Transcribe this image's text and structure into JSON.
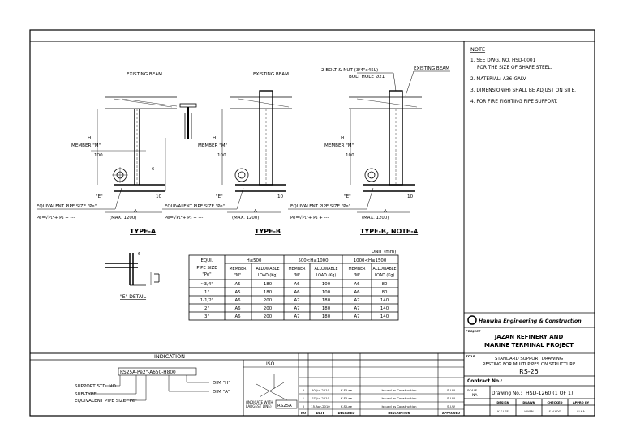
{
  "notes": {
    "heading": "NOTE",
    "items": [
      "1. SEE DWG. NO. HSD-0001",
      "FOR THE SIZE OF SHAPE STEEL.",
      "2. MATERIAL: A36-GALV.",
      "3. DIMENSION(H) SHALL BE ADJUST ON SITE.",
      "4. FOR FIRE FIGHTING PIPE SUPPORT."
    ]
  },
  "details": {
    "existing_beam": "EXISTING BEAM",
    "member_m": "MEMBER \"M\"",
    "equiv_pipe": "EQUIVALENT PIPE SIZE \"Pe\"",
    "max_1200": "(MAX. 1200)",
    "dim_100": "100",
    "dim_10": "10",
    "dim_6": "6",
    "dim_a": "A",
    "dim_h": "H",
    "dim_e": "\"E\"",
    "formula": "Pe=√P₁²+ P₂ + ---",
    "bolt_nut": "2-BOLT & NUT (3/4\"x45L)",
    "bolt_hole": "BOLT HOLE Ø21",
    "type_a": "TYPE-A",
    "type_b": "TYPE-B",
    "type_b_note": "TYPE-B, NOTE-4",
    "e_detail": "\"E\" DETAIL"
  },
  "load_table": {
    "unit": "UNIT (mm)",
    "equi_top": "EQUI.",
    "pipe_size": [
      "PIPE SIZE",
      "\"Pe\""
    ],
    "ranges": [
      "H≤500",
      "500<H≤1000",
      "1000<H≤1500"
    ],
    "member": [
      "MEMBER",
      "\"M\""
    ],
    "load": [
      "ALLOWABLE",
      "LOAD (Kg)"
    ],
    "rows": [
      [
        "~3/4\"",
        "A5",
        "180",
        "A6",
        "100",
        "A6",
        "80"
      ],
      [
        "1\"",
        "A5",
        "180",
        "A6",
        "100",
        "A6",
        "80"
      ],
      [
        "1-1/2\"",
        "A6",
        "200",
        "A7",
        "180",
        "A7",
        "140"
      ],
      [
        "2\"",
        "A6",
        "200",
        "A7",
        "180",
        "A7",
        "140"
      ],
      [
        "3\"",
        "A6",
        "200",
        "A7",
        "180",
        "A7",
        "140"
      ]
    ]
  },
  "indication": {
    "title": "INDICATION",
    "code": "RS25A-Pe2\"-A650-H800",
    "support_std": "SUPPORT STD. NO.",
    "sub_type": "SUB-TYPE",
    "equiv": "EQUIVALENT PIPE SIZE \"Pe\"",
    "dim_h": "DIM \"H\"",
    "dim_a": "DIM \"A\"",
    "iso": "ISO",
    "indicate": "(INDICATE WITH",
    "largest": "LARGEST LINE)",
    "iso_tag": "RS25A"
  },
  "revisions": {
    "rows": [
      [
        "2",
        "20-Jul-2010",
        "K.S Lee",
        "Issued as Construction",
        "S.I.W",
        ""
      ],
      [
        "1",
        "07-Jul-2010",
        "K.S Lee",
        "Issued as Construction",
        "S.I.W",
        ""
      ],
      [
        "0",
        "15-Apr-2010",
        "K.S Lee",
        "Issued as Construction",
        "S.I.W",
        ""
      ]
    ],
    "headers": [
      "NO",
      "DATE",
      "DESIGNED",
      "DESCRIPTION",
      "APPROVED",
      "APPRO BY"
    ]
  },
  "title_block": {
    "company": "Hanwha Engineering & Construction",
    "client_label": "PROJECT",
    "project_line1": "JAZAN REFINERY AND",
    "project_line2": "MARINE TERMINAL PROJECT",
    "title_label": "TITLE",
    "title_line1": "STANDARD SUPPORT DRAWING",
    "title_line2": "RESTING FOR MULTI PIPES ON STRUCTURE",
    "code": "RS-25",
    "contract_label": "Contract No.:",
    "drawing_label": "Drawing No.:",
    "drawing_no": "HSD-1260 (1 OF 1)",
    "scale_label": "SCALE",
    "scale_val": "NA",
    "small_headers": [
      "DESIGN",
      "DRAWN",
      "CHECKED",
      "APPRO BY"
    ],
    "small_vals": [
      "K.S LEE",
      "HWAN",
      "S.H.YOO",
      "SI.HA"
    ]
  }
}
